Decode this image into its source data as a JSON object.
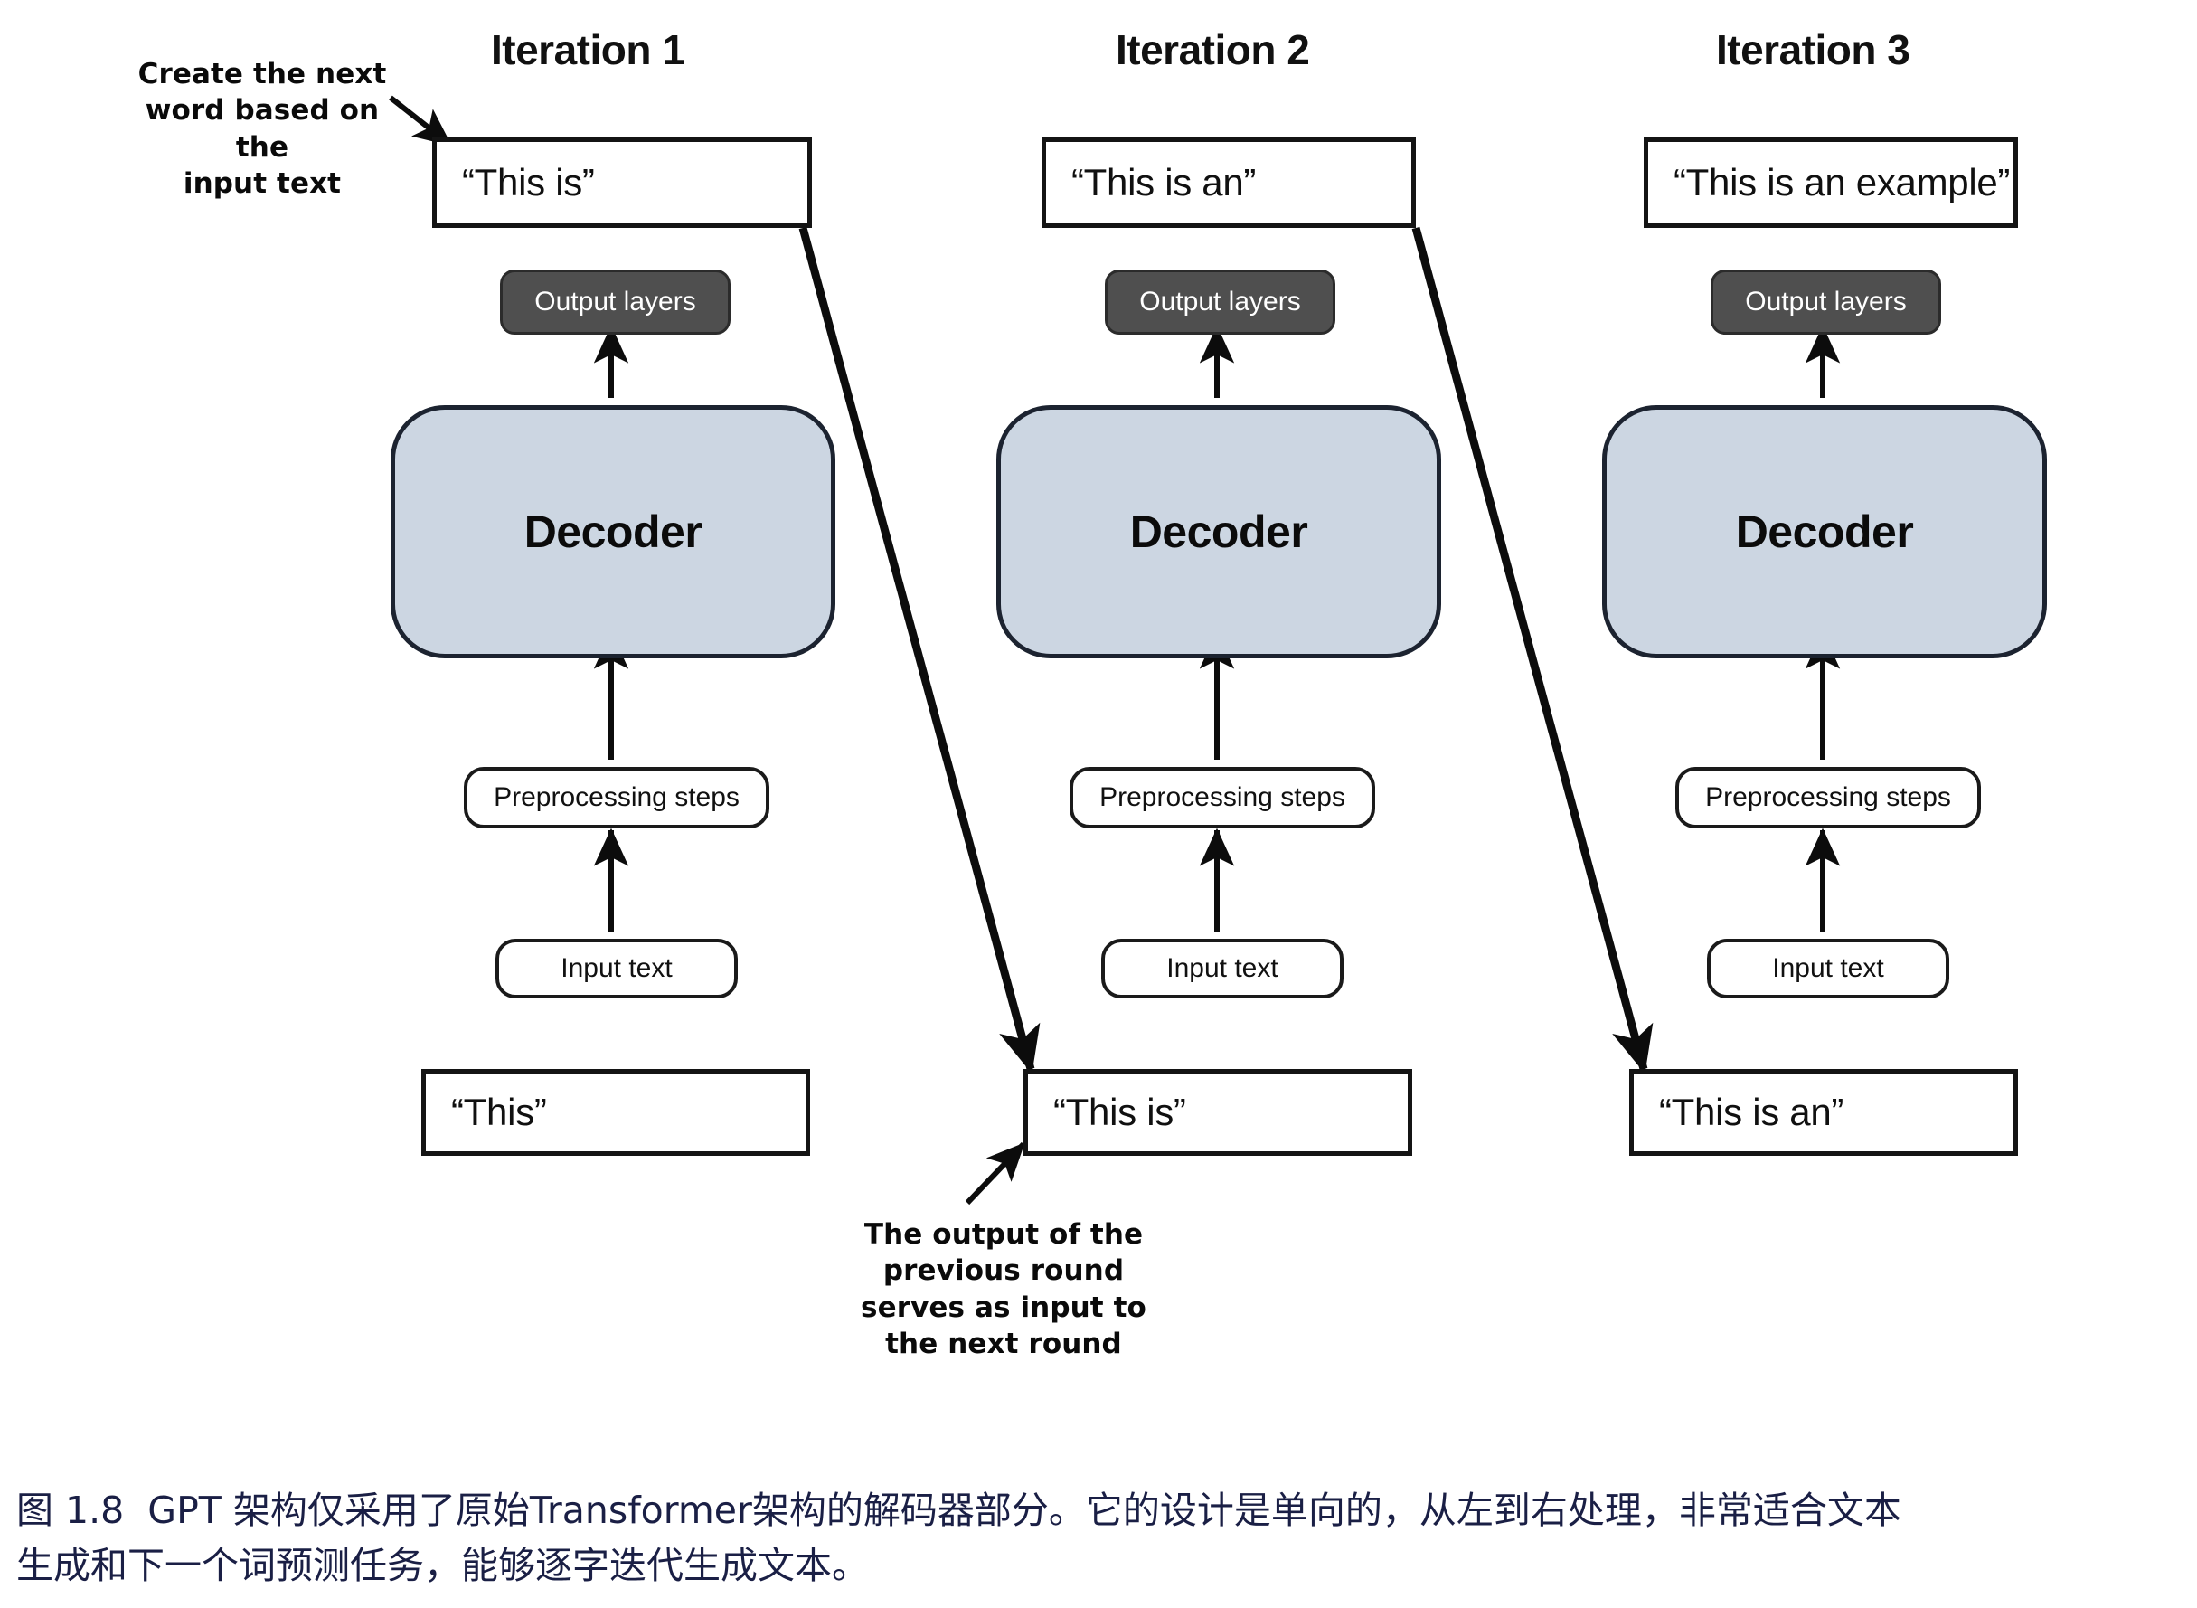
{
  "figure": {
    "caption_line1": "图 1.8  GPT 架构仅采用了原始Transformer架构的解码器部分。它的设计是单向的，从左到右处理，非常适合文本",
    "caption_line2": "生成和下一个词预测任务，能够逐字迭代生成文本。"
  },
  "annotations": {
    "top_left": "Create the next\nword based on the\ninput text",
    "top_left_l1": "Create the next",
    "top_left_l2": "word based on the",
    "top_left_l3": "input text",
    "bottom_mid_l1": "The output of the",
    "bottom_mid_l2": "previous round",
    "bottom_mid_l3": "serves as input to",
    "bottom_mid_l4": "the next round"
  },
  "common": {
    "output_layers_label": "Output layers",
    "decoder_label": "Decoder",
    "preprocessing_label": "Preprocessing steps",
    "input_text_label": "Input text"
  },
  "colors": {
    "decoder_fill": "#ccd6e2",
    "decoder_stroke": "#1c2330",
    "output_layers_fill": "#4f4f4f",
    "box_stroke": "#141414",
    "caption_text": "#1a1f45",
    "canvas": "#ffffff"
  },
  "columns": [
    {
      "title": "Iteration 1",
      "output_text": "“This is”",
      "input_text": "“This”"
    },
    {
      "title": "Iteration 2",
      "output_text": "“This is an”",
      "input_text": "“This is”"
    },
    {
      "title": "Iteration 3",
      "output_text": "“This is an example”",
      "input_text": "“This is an”"
    }
  ]
}
